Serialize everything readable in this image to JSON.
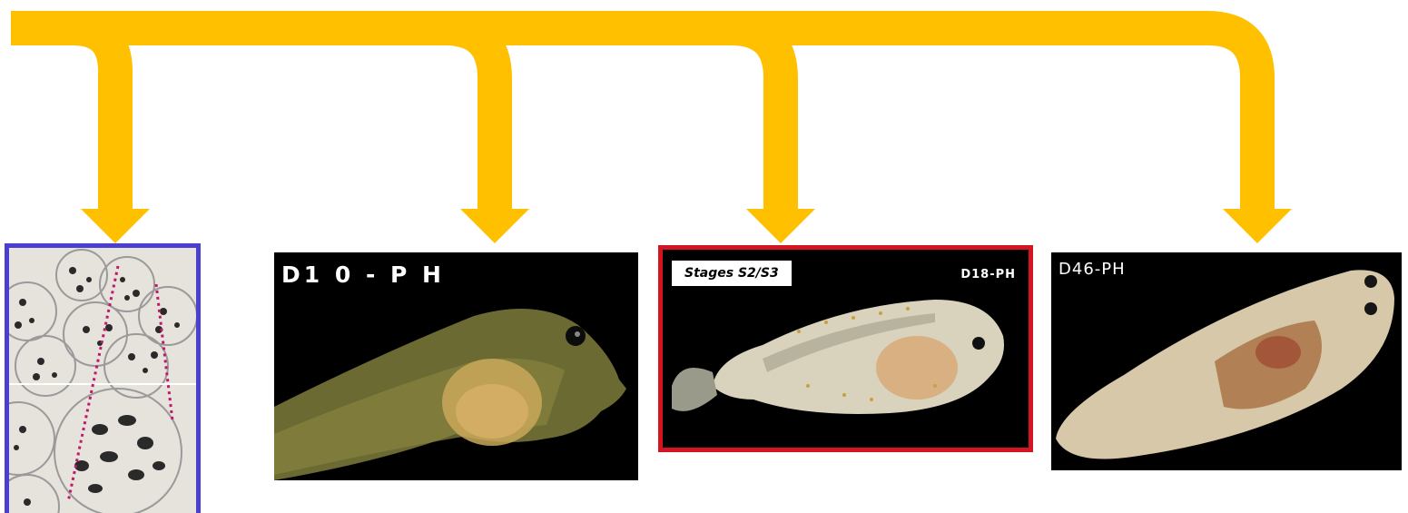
{
  "colors": {
    "arrow": "#FFC000",
    "panel_border_blue": "#4A3FD0",
    "panel_border_red": "#D4141E"
  },
  "panels": [
    {
      "name": "eggs-petri-dishes",
      "label": ""
    },
    {
      "name": "larva-d10",
      "label": "D1 0 - P H"
    },
    {
      "name": "larva-d18",
      "stage_label": "Stages S2/S3",
      "label": "D18-PH"
    },
    {
      "name": "juvenile-d46",
      "label": "D46-PH"
    }
  ]
}
